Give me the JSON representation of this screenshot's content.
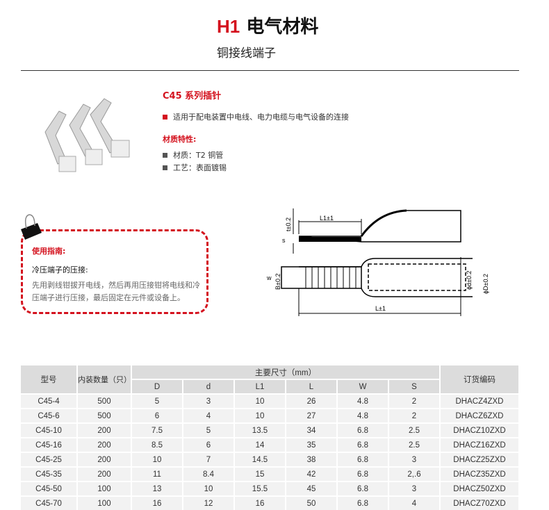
{
  "header": {
    "code": "H1",
    "title": "电气材料",
    "subtitle": "铜接线端子"
  },
  "product": {
    "series": "C45 系列插针",
    "application": "适用于配电装置中电线、电力电缆与电气设备的连接",
    "material_heading": "材质特性:",
    "material": "材质：T2 铜管",
    "process": "工艺：表面镀锡"
  },
  "guide": {
    "title": "使用指南:",
    "subtitle": "冷压端子的压接:",
    "text": "先用剥线钳拔开电线，然后再用压接钳将电线和冷压端子进行压接，最后固定在元件或设备上。"
  },
  "diagram": {
    "t": "t±0.2",
    "L1": "L1±1",
    "s": "s",
    "w": "w",
    "B": "B±0.2",
    "d": "ϕd±0.2",
    "D": "ϕD±0.2",
    "L": "L±1"
  },
  "table": {
    "h_model": "型号",
    "h_qty": "内装数量（只）",
    "h_dims": "主要尺寸（mm）",
    "h_code": "订货编码",
    "subheaders": [
      "D",
      "d",
      "L1",
      "L",
      "W",
      "S"
    ],
    "rows": [
      [
        "C45-4",
        "500",
        "5",
        "3",
        "10",
        "26",
        "4.8",
        "2",
        "DHACZ4ZXD"
      ],
      [
        "C45-6",
        "500",
        "6",
        "4",
        "10",
        "27",
        "4.8",
        "2",
        "DHACZ6ZXD"
      ],
      [
        "C45-10",
        "200",
        "7.5",
        "5",
        "13.5",
        "34",
        "6.8",
        "2.5",
        "DHACZ10ZXD"
      ],
      [
        "C45-16",
        "200",
        "8.5",
        "6",
        "14",
        "35",
        "6.8",
        "2.5",
        "DHACZ16ZXD"
      ],
      [
        "C45-25",
        "200",
        "10",
        "7",
        "14.5",
        "38",
        "6.8",
        "3",
        "DHACZ25ZXD"
      ],
      [
        "C45-35",
        "200",
        "11",
        "8.4",
        "15",
        "42",
        "6.8",
        "2,.6",
        "DHACZ35ZXD"
      ],
      [
        "C45-50",
        "100",
        "13",
        "10",
        "15.5",
        "45",
        "6.8",
        "3",
        "DHACZ50ZXD"
      ],
      [
        "C45-70",
        "100",
        "16",
        "12",
        "16",
        "50",
        "6.8",
        "4",
        "DHACZ70ZXD"
      ]
    ]
  }
}
